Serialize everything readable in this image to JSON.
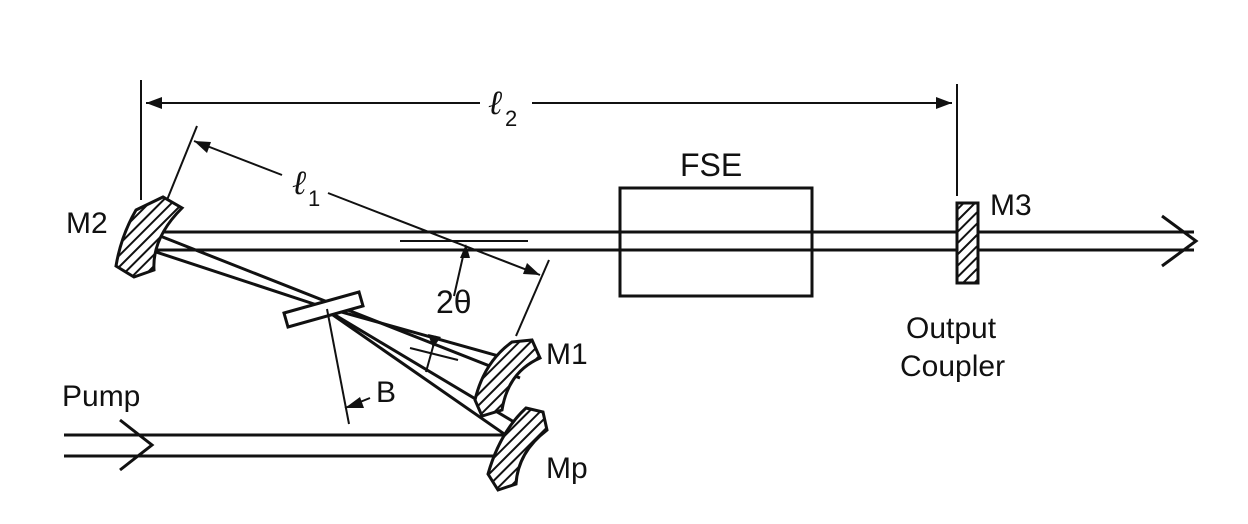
{
  "diagram": {
    "labels": {
      "l2": "ℓ",
      "l2_sub": "2",
      "l1": "ℓ",
      "l1_sub": "1",
      "fse": "FSE",
      "m2": "M2",
      "m3": "M3",
      "m1": "M1",
      "mp": "Mp",
      "pump": "Pump",
      "output_line1": "Output",
      "output_line2": "Coupler",
      "two_theta": "2θ",
      "b": "B"
    },
    "colors": {
      "ink": "#111111",
      "paper": "#ffffff"
    }
  }
}
